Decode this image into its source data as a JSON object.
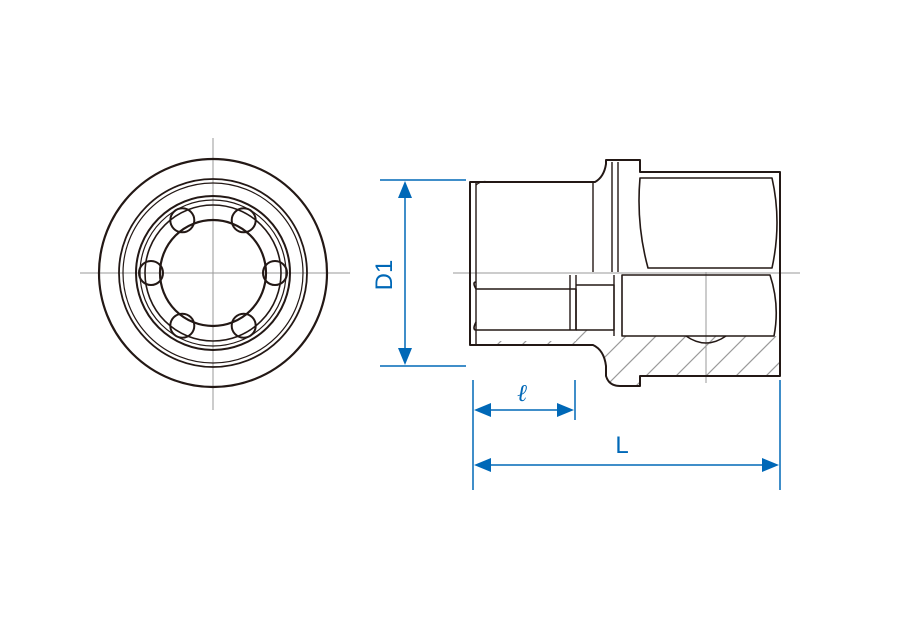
{
  "colors": {
    "outline": "#231815",
    "centerline": "#9a9a9a",
    "hatch": "#9a9a9a",
    "dimension": "#0068b7"
  },
  "dimensions": {
    "diameter_label": "D1",
    "socket_depth_label": "ℓ",
    "length_label": "L"
  }
}
